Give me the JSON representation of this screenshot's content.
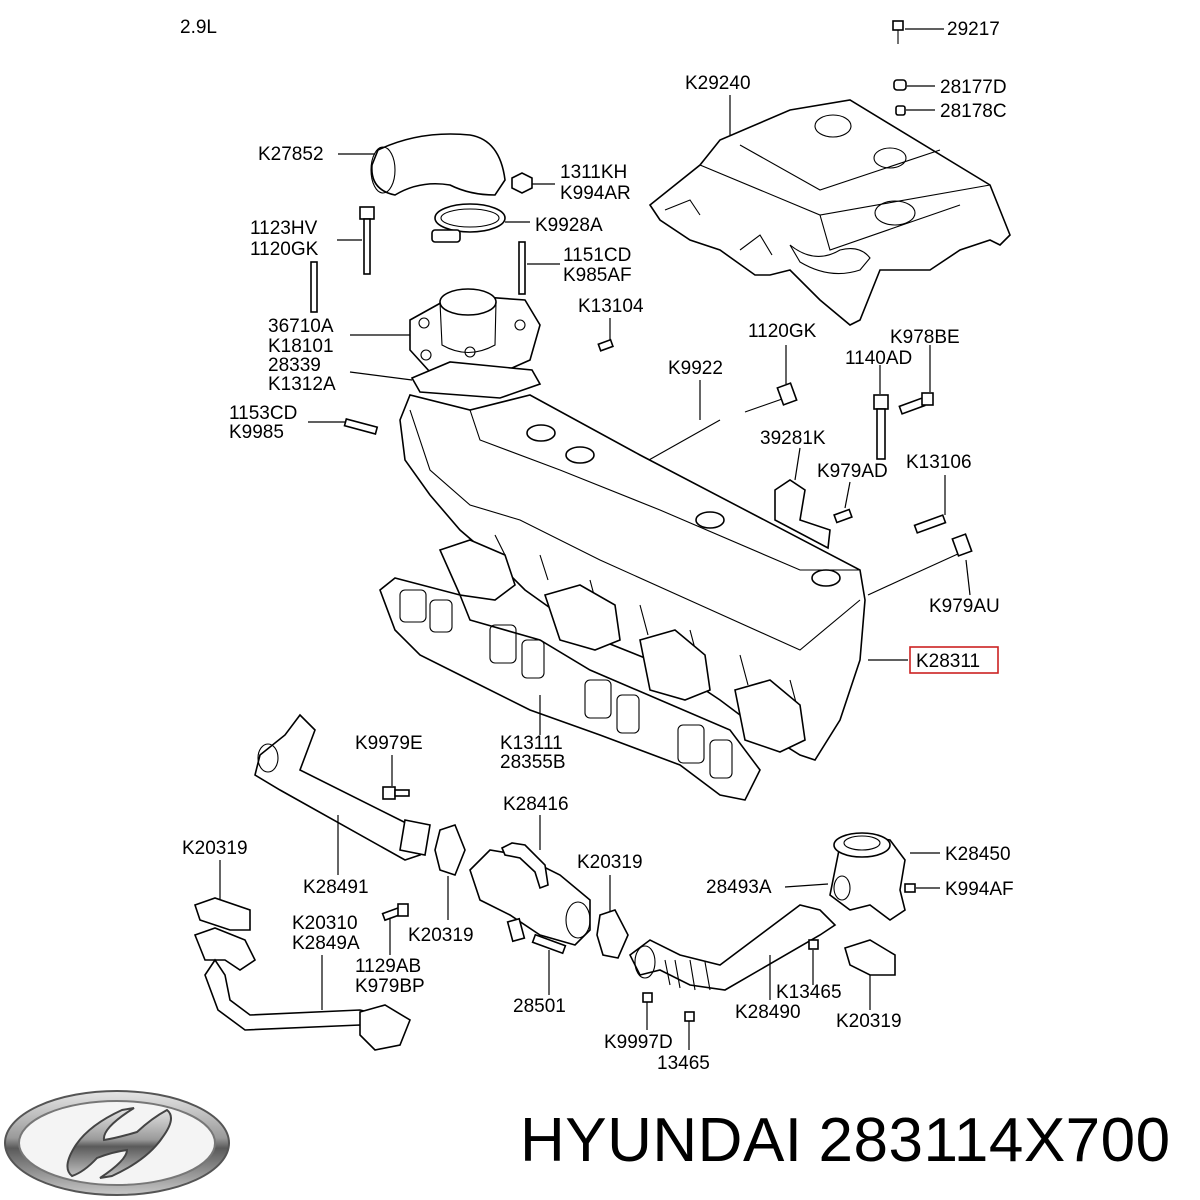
{
  "engine": "2.9L",
  "highlight_color": "#cc2222",
  "labels": [
    "29217",
    "28177D",
    "28178C",
    "K29240",
    "K27852",
    "1311KH",
    "K994AR",
    "K9928A",
    "1123HV",
    "1120GK",
    "1151CD",
    "K985AF",
    "K13104",
    "36710A",
    "K18101",
    "28339",
    "K1312A",
    "1120GK",
    "K978BE",
    "1140AD",
    "K9922",
    "1153CD",
    "K9985",
    "39281K",
    "K979AD",
    "K13106",
    "K979AU",
    "K28311",
    "K9979E",
    "K13111",
    "28355B",
    "K28416",
    "K20319",
    "K28450",
    "K28491",
    "K20319",
    "28493A",
    "K994AF",
    "K20310",
    "K2849A",
    "K20319",
    "1129AB",
    "K979BP",
    "K13465",
    "K28490",
    "28501",
    "K20319",
    "K9997D",
    "13465"
  ],
  "footer": {
    "brand": "HYUNDAI",
    "part_number": "283114X700"
  },
  "logo_icon": "hyundai-logo-icon"
}
